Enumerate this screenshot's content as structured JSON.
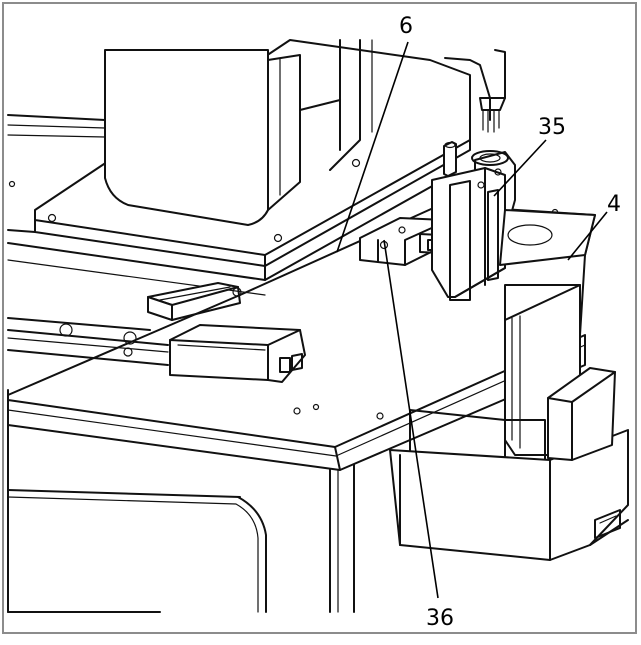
{
  "callouts": {
    "label_6": "6",
    "label_35": "35",
    "label_4": "4",
    "label_36": "36"
  }
}
